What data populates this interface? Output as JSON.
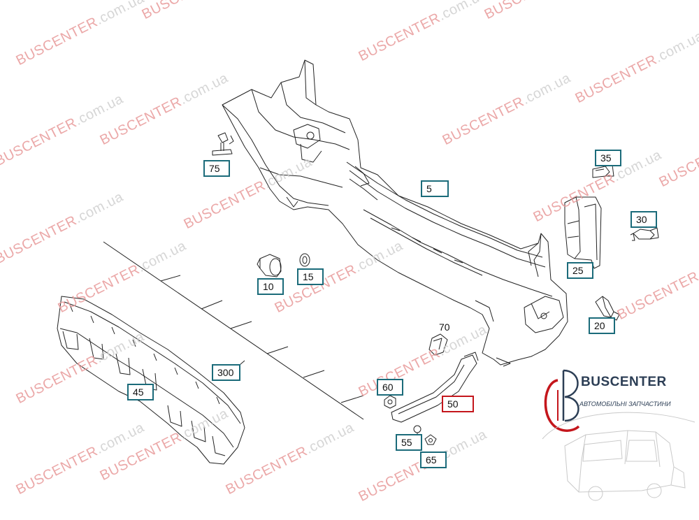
{
  "watermark": {
    "brand": "BUSCENTER",
    "domain": ".com.ua",
    "brand_color": "#e89a9a",
    "domain_color": "#cfcfcf"
  },
  "logo": {
    "title": "BUSCENTER",
    "subtitle": "АВТОМОБІЛЬНІ ЗАПЧАСТИНИ",
    "accent": "#c4161c",
    "text_color": "#2c3e55"
  },
  "callouts": {
    "c75": "75",
    "c35": "35",
    "c5": "5",
    "c30": "30",
    "c25": "25",
    "c10": "10",
    "c15": "15",
    "c20": "20",
    "c70": "70",
    "c300": "300",
    "c45": "45",
    "c60": "60",
    "c50": "50",
    "c55": "55",
    "c65": "65"
  },
  "colors": {
    "callout_border": "#1b6b7a",
    "highlight_border": "#c4161c",
    "line_art": "#222222"
  }
}
